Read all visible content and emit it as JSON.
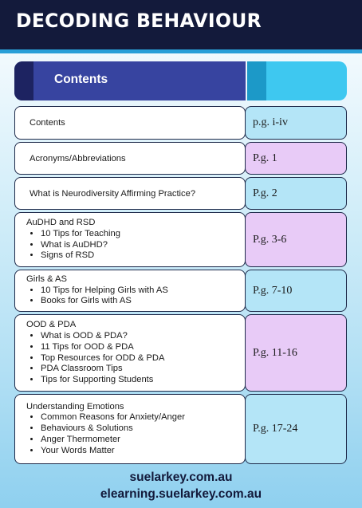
{
  "header": {
    "title": "DECODING BEHAVIOUR"
  },
  "contents_tab": {
    "title": "Contents"
  },
  "rows": [
    {
      "label": "Contents",
      "pages": "p.g. i-iv"
    },
    {
      "label": "Acronyms/Abbreviations",
      "pages": "P.g. 1"
    },
    {
      "label": "What is Neurodiversity Affirming Practice?",
      "pages": "P.g. 2"
    },
    {
      "heading": "AuDHD and RSD",
      "items": [
        "10 Tips for Teaching",
        "What is AuDHD?",
        "Signs of RSD"
      ],
      "pages": "P.g. 3-6"
    },
    {
      "heading": "Girls & AS",
      "items": [
        "10 Tips for Helping Girls with AS",
        "Books for Girls with AS"
      ],
      "pages": "P.g. 7-10"
    },
    {
      "heading": "OOD & PDA",
      "items": [
        "What is OOD & PDA?",
        "11 Tips for OOD & PDA",
        "Top Resources for ODD & PDA",
        "PDA Classroom Tips",
        "Tips for Supporting Students"
      ],
      "pages": "P.g. 11-16"
    },
    {
      "heading": "Understanding Emotions",
      "items": [
        "Common Reasons for Anxiety/Anger",
        "Behaviours & Solutions",
        "Anger Thermometer",
        "Your Words Matter"
      ],
      "pages": "P.g. 17-24"
    }
  ],
  "footer": {
    "line1": "suelarkey.com.au",
    "line2": "elearning.suelarkey.com.au"
  },
  "colors": {
    "navy": "#131a3b",
    "accent_blue": "#2a9fd8",
    "tab_purple": "#3744a0",
    "tab_cyan": "#3ec8f0",
    "cell_blue": "#b4e5f7",
    "cell_pink": "#e8cbf7"
  }
}
